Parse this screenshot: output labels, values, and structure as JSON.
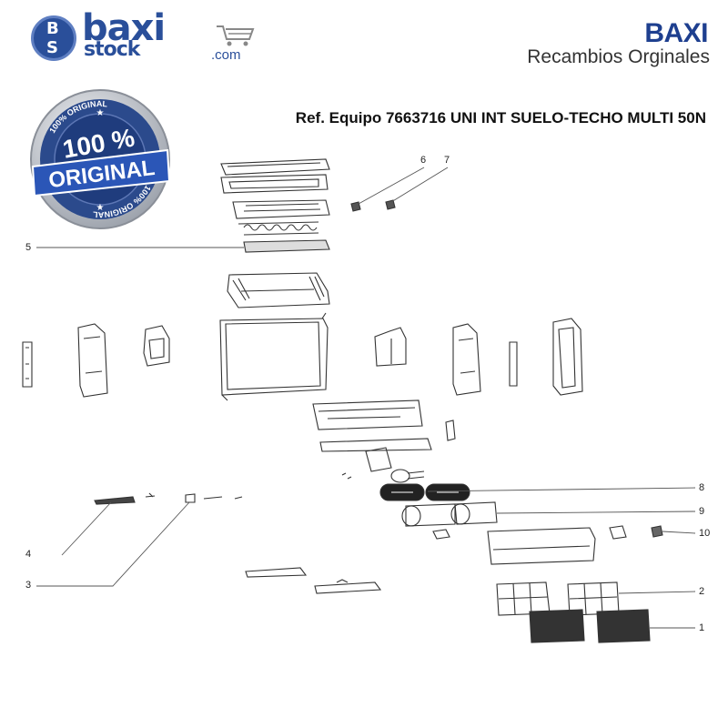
{
  "header": {
    "logo_letters": [
      "B",
      "S"
    ],
    "logo_word_top": "baxi",
    "logo_word_bottom": "stock",
    "logo_domain": ".com",
    "brand": "BAXI",
    "brand_subtitle": "Recambios Orginales"
  },
  "seal": {
    "ring_text": "100% ORIGINAL",
    "big_number": "100 %",
    "banner": "ORIGINAL"
  },
  "title": "Ref. Equipo 7663716 UNI INT SUELO-TECHO MULTI 50N",
  "callouts": [
    "1",
    "2",
    "3",
    "4",
    "5",
    "6",
    "7",
    "8",
    "9",
    "10"
  ],
  "colors": {
    "brand_blue": "#1e3f8f",
    "logo_blue": "#2a4f9a",
    "seal_silver": "#b8bcc4",
    "line": "#333333"
  }
}
